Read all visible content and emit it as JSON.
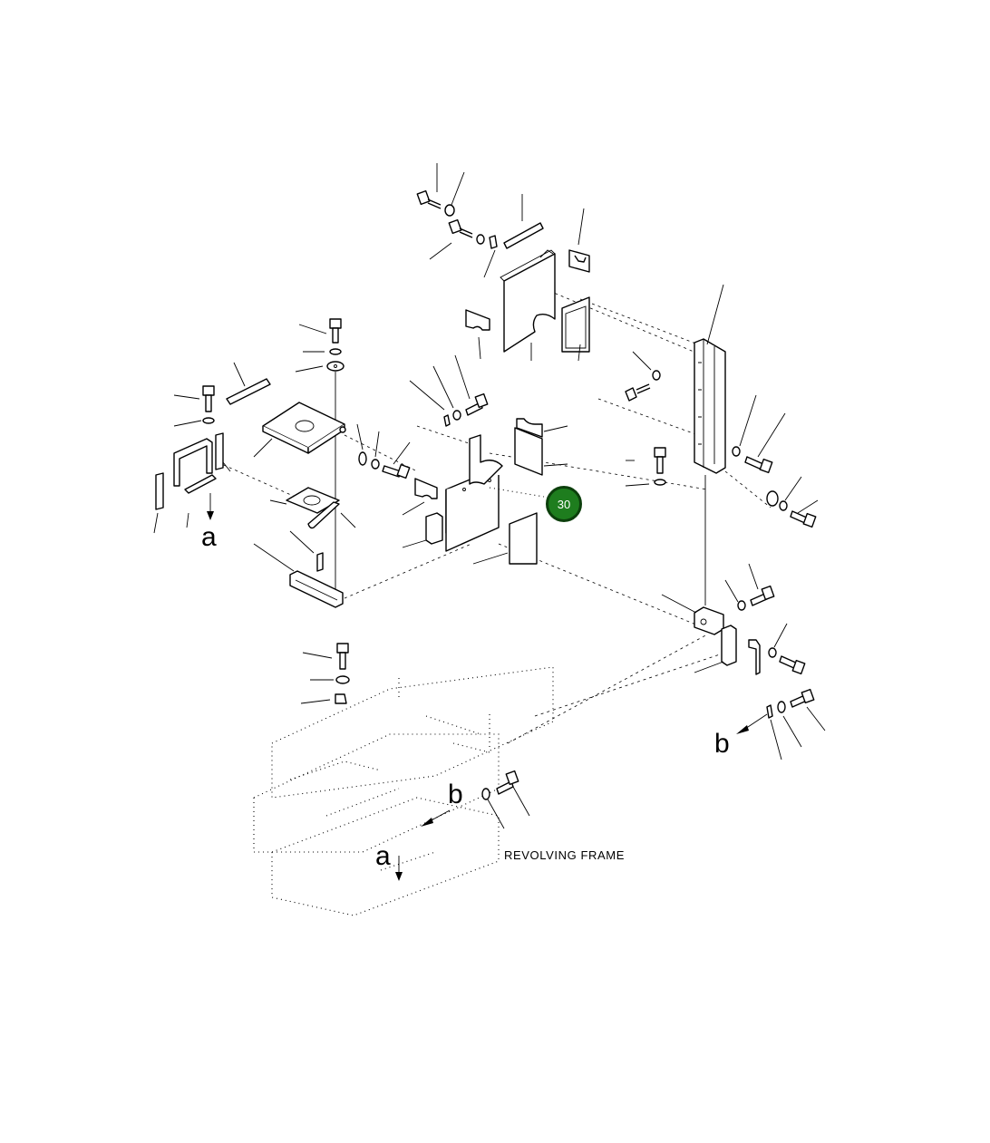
{
  "diagram": {
    "frame_label": "REVOLVING FRAME",
    "callout": {
      "number": "30",
      "color": "#1e7d1e",
      "border_color": "#0c3f0c"
    },
    "arrow_labels": {
      "a_upper": "a",
      "a_lower": "a",
      "b_right": "b",
      "b_lower": "b"
    }
  }
}
